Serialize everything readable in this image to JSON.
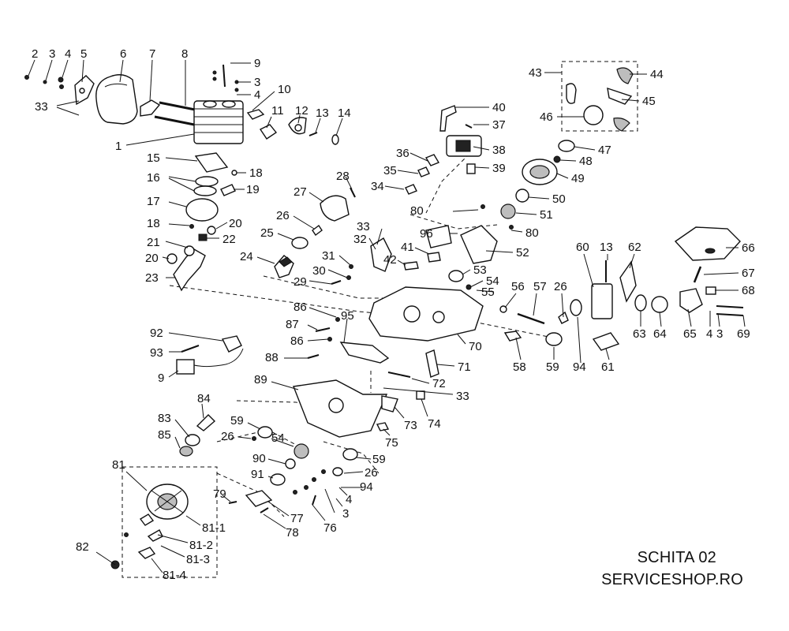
{
  "diagram": {
    "caption_line1": "SCHITA 02",
    "caption_line2": "SERVICESHOP.RO",
    "labels": [
      {
        "id": "l2",
        "text": "2"
      },
      {
        "id": "l3a",
        "text": "3"
      },
      {
        "id": "l4a",
        "text": "4"
      },
      {
        "id": "l5",
        "text": "5"
      },
      {
        "id": "l6",
        "text": "6"
      },
      {
        "id": "l7",
        "text": "7"
      },
      {
        "id": "l8",
        "text": "8"
      },
      {
        "id": "l9a",
        "text": "9"
      },
      {
        "id": "l3b",
        "text": "3"
      },
      {
        "id": "l4b",
        "text": "4"
      },
      {
        "id": "l10",
        "text": "10"
      },
      {
        "id": "l33a",
        "text": "33"
      },
      {
        "id": "l1",
        "text": "1"
      },
      {
        "id": "l11",
        "text": "11"
      },
      {
        "id": "l12",
        "text": "12"
      },
      {
        "id": "l13a",
        "text": "13"
      },
      {
        "id": "l14",
        "text": "14"
      },
      {
        "id": "l15",
        "text": "15"
      },
      {
        "id": "l16",
        "text": "16"
      },
      {
        "id": "l18a",
        "text": "18"
      },
      {
        "id": "l19",
        "text": "19"
      },
      {
        "id": "l17",
        "text": "17"
      },
      {
        "id": "l18b",
        "text": "18"
      },
      {
        "id": "l20a",
        "text": "20"
      },
      {
        "id": "l21",
        "text": "21"
      },
      {
        "id": "l22",
        "text": "22"
      },
      {
        "id": "l20b",
        "text": "20"
      },
      {
        "id": "l23",
        "text": "23"
      },
      {
        "id": "l24",
        "text": "24"
      },
      {
        "id": "l25",
        "text": "25"
      },
      {
        "id": "l26a",
        "text": "26"
      },
      {
        "id": "l27",
        "text": "27"
      },
      {
        "id": "l28",
        "text": "28"
      },
      {
        "id": "l29",
        "text": "29"
      },
      {
        "id": "l30",
        "text": "30"
      },
      {
        "id": "l31",
        "text": "31"
      },
      {
        "id": "l32",
        "text": "32"
      },
      {
        "id": "l33b",
        "text": "33"
      },
      {
        "id": "l34",
        "text": "34"
      },
      {
        "id": "l35",
        "text": "35"
      },
      {
        "id": "l36",
        "text": "36"
      },
      {
        "id": "l37",
        "text": "37"
      },
      {
        "id": "l38",
        "text": "38"
      },
      {
        "id": "l39",
        "text": "39"
      },
      {
        "id": "l40",
        "text": "40"
      },
      {
        "id": "l41",
        "text": "41"
      },
      {
        "id": "l42",
        "text": "42"
      },
      {
        "id": "l43",
        "text": "43"
      },
      {
        "id": "l44",
        "text": "44"
      },
      {
        "id": "l45",
        "text": "45"
      },
      {
        "id": "l46",
        "text": "46"
      },
      {
        "id": "l47",
        "text": "47"
      },
      {
        "id": "l48",
        "text": "48"
      },
      {
        "id": "l49",
        "text": "49"
      },
      {
        "id": "l50",
        "text": "50"
      },
      {
        "id": "l51",
        "text": "51"
      },
      {
        "id": "l52",
        "text": "52"
      },
      {
        "id": "l53",
        "text": "53"
      },
      {
        "id": "l54a",
        "text": "54"
      },
      {
        "id": "l55",
        "text": "55"
      },
      {
        "id": "l56",
        "text": "56"
      },
      {
        "id": "l57",
        "text": "57"
      },
      {
        "id": "l26b",
        "text": "26"
      },
      {
        "id": "l58",
        "text": "58"
      },
      {
        "id": "l59a",
        "text": "59"
      },
      {
        "id": "l60",
        "text": "60"
      },
      {
        "id": "l13b",
        "text": "13"
      },
      {
        "id": "l62",
        "text": "62"
      },
      {
        "id": "l66",
        "text": "66"
      },
      {
        "id": "l67",
        "text": "67"
      },
      {
        "id": "l68",
        "text": "68"
      },
      {
        "id": "l63",
        "text": "63"
      },
      {
        "id": "l64",
        "text": "64"
      },
      {
        "id": "l65",
        "text": "65"
      },
      {
        "id": "l4c",
        "text": "4"
      },
      {
        "id": "l3c",
        "text": "3"
      },
      {
        "id": "l69",
        "text": "69"
      },
      {
        "id": "l61",
        "text": "61"
      },
      {
        "id": "l94a",
        "text": "94"
      },
      {
        "id": "l70",
        "text": "70"
      },
      {
        "id": "l71",
        "text": "71"
      },
      {
        "id": "l72",
        "text": "72"
      },
      {
        "id": "l33c",
        "text": "33"
      },
      {
        "id": "l73",
        "text": "73"
      },
      {
        "id": "l74",
        "text": "74"
      },
      {
        "id": "l75",
        "text": "75"
      },
      {
        "id": "l80a",
        "text": "80"
      },
      {
        "id": "l96",
        "text": "96"
      },
      {
        "id": "l80b",
        "text": "80"
      },
      {
        "id": "l86a",
        "text": "86"
      },
      {
        "id": "l87",
        "text": "87"
      },
      {
        "id": "l95",
        "text": "95"
      },
      {
        "id": "l86b",
        "text": "86"
      },
      {
        "id": "l88",
        "text": "88"
      },
      {
        "id": "l92",
        "text": "92"
      },
      {
        "id": "l93",
        "text": "93"
      },
      {
        "id": "l9b",
        "text": "9"
      },
      {
        "id": "l84",
        "text": "84"
      },
      {
        "id": "l83",
        "text": "83"
      },
      {
        "id": "l85",
        "text": "85"
      },
      {
        "id": "l89",
        "text": "89"
      },
      {
        "id": "l59b",
        "text": "59"
      },
      {
        "id": "l54b",
        "text": "54"
      },
      {
        "id": "l26c",
        "text": "26"
      },
      {
        "id": "l90",
        "text": "90"
      },
      {
        "id": "l59c",
        "text": "59"
      },
      {
        "id": "l26d",
        "text": "26"
      },
      {
        "id": "l91",
        "text": "91"
      },
      {
        "id": "l94b",
        "text": "94"
      },
      {
        "id": "l4d",
        "text": "4"
      },
      {
        "id": "l3d",
        "text": "3"
      },
      {
        "id": "l76",
        "text": "76"
      },
      {
        "id": "l77",
        "text": "77"
      },
      {
        "id": "l78",
        "text": "78"
      },
      {
        "id": "l79",
        "text": "79"
      },
      {
        "id": "l81",
        "text": "81"
      },
      {
        "id": "l81-1",
        "text": "81-1"
      },
      {
        "id": "l81-2",
        "text": "81-2"
      },
      {
        "id": "l81-3",
        "text": "81-3"
      },
      {
        "id": "l81-4",
        "text": "81-4"
      },
      {
        "id": "l82",
        "text": "82"
      }
    ]
  }
}
